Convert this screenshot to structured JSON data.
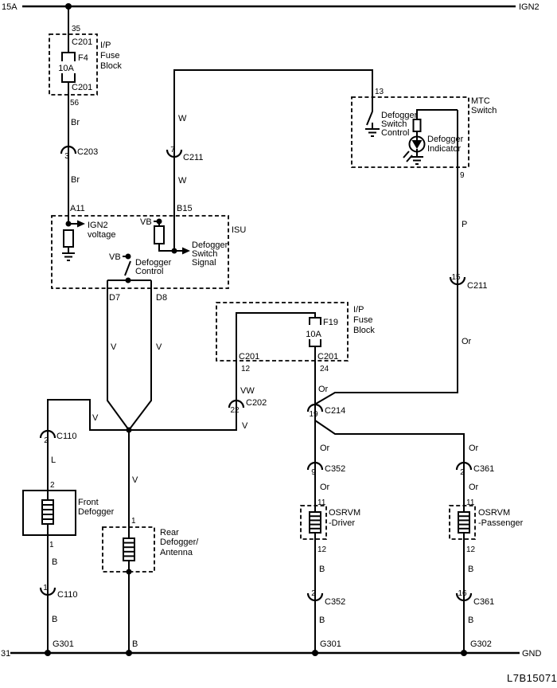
{
  "doc": {
    "code": "L7B15071"
  },
  "colors": {
    "ink": "#000000",
    "paper": "#ffffff"
  },
  "rails": {
    "top_left": "15A",
    "top_right": "IGN2",
    "bottom_left": "31",
    "bottom_right": "GND"
  },
  "fuse1": {
    "pin_top": "35",
    "conn_top": "C201",
    "id": "F4",
    "rating": "10A",
    "conn_bottom": "C201",
    "pin_bottom": "56",
    "name1": "I/P",
    "name2": "Fuse",
    "name3": "Block"
  },
  "fuse2": {
    "id": "F19",
    "rating": "10A",
    "conn_left": "C201",
    "pin_left": "12",
    "conn_right": "C201",
    "pin_right": "24",
    "name1": "I/P",
    "name2": "Fuse",
    "name3": "Block"
  },
  "isu": {
    "name": "ISU",
    "pin_a11": "A11",
    "pin_b15": "B15",
    "pin_d7": "D7",
    "pin_d8": "D8",
    "vb1": "VB",
    "vb2": "VB",
    "sig1": "IGN2",
    "sig2": "voltage",
    "sw1": "Defogger",
    "sw2": "Switch",
    "sw3": "Signal",
    "ctl1": "Defogger",
    "ctl2": "Control"
  },
  "mtc": {
    "name1": "MTC",
    "name2": "Switch",
    "pin_in": "13",
    "pin_out": "9",
    "ctl1": "Defogger",
    "ctl2": "Switch",
    "ctl3": "Control",
    "ind1": "Defogger",
    "ind2": "Indicator"
  },
  "front_defogger": {
    "name1": "Front",
    "name2": "Defogger",
    "pin_top": "2",
    "pin_bottom": "1"
  },
  "rear_defogger": {
    "name1": "Rear",
    "name2": "Defogger/",
    "name3": "Antenna",
    "pin_top": "1"
  },
  "osrvm_driver": {
    "name1": "OSRVM",
    "name2": "-Driver",
    "pin_top": "11",
    "pin_bottom": "12"
  },
  "osrvm_passenger": {
    "name1": "OSRVM",
    "name2": "-Passenger",
    "pin_top": "11",
    "pin_bottom": "12"
  },
  "connectors": {
    "c203": {
      "name": "C203",
      "pin": "3"
    },
    "c211_7": {
      "name": "C211",
      "pin": "7"
    },
    "c211_15": {
      "name": "C211",
      "pin": "15"
    },
    "c202_22": {
      "name": "C202",
      "pin": "22"
    },
    "c214_19": {
      "name": "C214",
      "pin": "19"
    },
    "c110_2": {
      "name": "C110",
      "pin": "2"
    },
    "c110_1": {
      "name": "C110",
      "pin": "1"
    },
    "c352_9": {
      "name": "C352",
      "pin": "9"
    },
    "c352_2": {
      "name": "C352",
      "pin": "2"
    },
    "c361_2": {
      "name": "C361",
      "pin": "2"
    },
    "c361_16": {
      "name": "C361",
      "pin": "16"
    }
  },
  "grounds": {
    "g301_left": "G301",
    "g301_mid": "G301",
    "g302": "G302"
  },
  "wires": {
    "br1": "Br",
    "br2": "Br",
    "w1": "W",
    "w2": "W",
    "p1": "P",
    "v_d7": "V",
    "v_d8": "V",
    "v_left": "V",
    "v_c202": "V",
    "v_rear": "V",
    "l1": "L",
    "vw1": "VW",
    "or_right": "Or",
    "or_fuse": "Or",
    "or_drv_a": "Or",
    "or_drv_b": "Or",
    "or_pas_a": "Or",
    "or_pas_b": "Or",
    "b_front_a": "B",
    "b_front_b": "B",
    "b_rear": "B",
    "b_drv_a": "B",
    "b_drv_b": "B",
    "b_pas_a": "B",
    "b_pas_b": "B"
  }
}
